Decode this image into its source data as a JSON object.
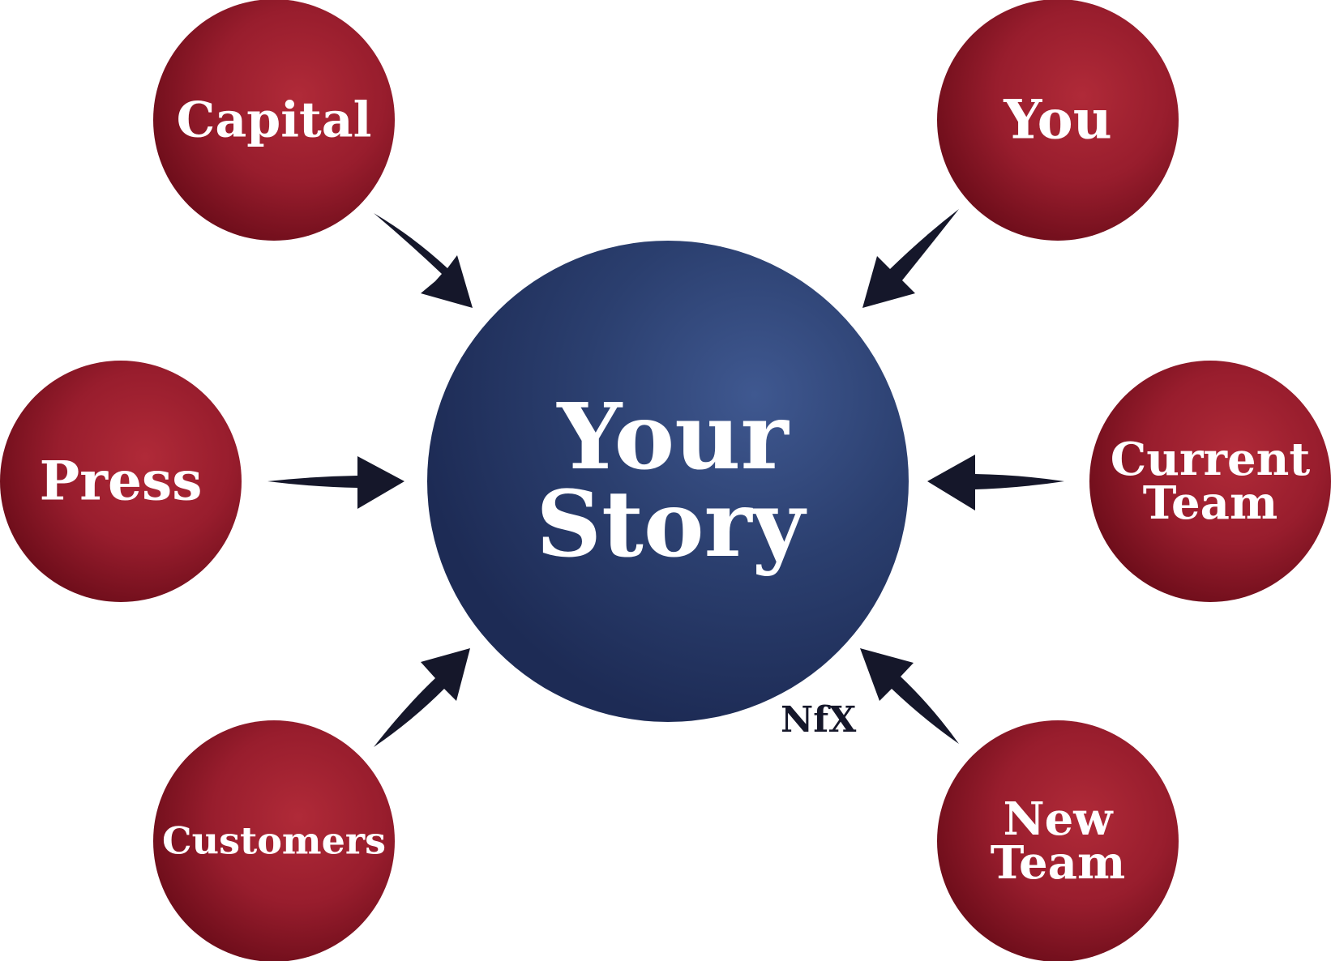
{
  "center": {
    "label_line1": "Your",
    "label_line2": "Story",
    "color": "#2f4474"
  },
  "nodes": [
    {
      "id": "capital",
      "lines": [
        "Capital"
      ]
    },
    {
      "id": "you",
      "lines": [
        "You"
      ]
    },
    {
      "id": "press",
      "lines": [
        "Press"
      ]
    },
    {
      "id": "current-team",
      "lines": [
        "Current",
        "Team"
      ]
    },
    {
      "id": "customers",
      "lines": [
        "Customers"
      ]
    },
    {
      "id": "new-team",
      "lines": [
        "New",
        "Team"
      ]
    }
  ],
  "node_color": "#9b1f2e",
  "arrow_color": "#15172a",
  "logo": {
    "text": "NfX"
  }
}
